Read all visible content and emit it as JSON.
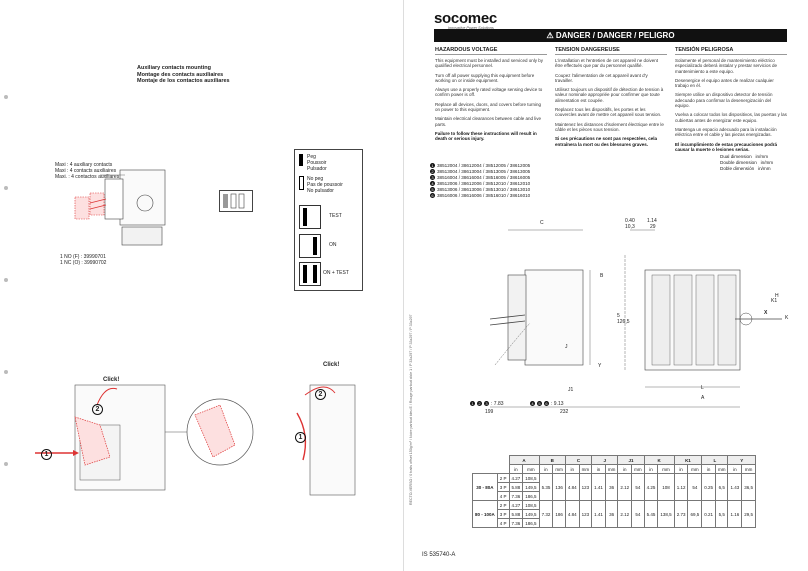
{
  "brand": {
    "name": "socomec",
    "tagline": "Innovative Power Solutions"
  },
  "left": {
    "title_lines": [
      "Auxiliary contacts mounting",
      "Montage des contacts auxiliaires",
      "Montaje de los contactos auxiliares"
    ],
    "maxi_lines": [
      "Maxi : 4 auxiliary contacts",
      "Maxi : 4 contacts auxiliaires",
      "Maxi. : 4 contactos auxiliares"
    ],
    "no_lines": [
      "1 NO (F) : 39990701",
      "1 NC (O) : 39990702"
    ],
    "legend": {
      "peg": [
        "Peg",
        "Poussoir",
        "Pulsador"
      ],
      "nopeg": [
        "No peg",
        "Pas de poussoir",
        "No pulsador"
      ],
      "test": "TEST",
      "on": "ON",
      "on_test": "ON + TEST"
    },
    "click1": "Click!",
    "click2": "Click!",
    "steps": [
      "1",
      "2",
      "1",
      "2"
    ]
  },
  "side_text": "RECTO-VERSO / 0 traits offset 150g/m² / Noire partout bleu E / Rouge partout cible 1 / P 33x297 / P 33x297 / P 33x297",
  "danger": {
    "bar": "DANGER / DANGER / PELIGRO",
    "col1": {
      "head": "HAZARDOUS VOLTAGE",
      "items": [
        "This equipment must be installed and serviced only by qualified electrical personnel.",
        "Turn off all power supplying this equipment before working on or inside equipment.",
        "Always use a properly rated voltage sensing device to confirm power is off.",
        "Replace all devices, doors, and covers before turning on power to this equipment.",
        "Maintain electrical clearances between cable and live parts."
      ],
      "warning": "Failure to follow these instructions will result in death or serious injury."
    },
    "col2": {
      "head": "TENSION DANGEREUSE",
      "items": [
        "L'installation et l'entretien de cet appareil ne doivent être effectués que par du personnel qualifié.",
        "Coupez l'alimentation de cet appareil avant d'y travailler.",
        "Utilisez toujours un dispositif de détection de tension à valeur nominale appropriée pour confirmer que toute alimentation est coupée.",
        "Replacez tous les dispositifs, les portes et les couvercles avant de mettre cet appareil sous tension.",
        "Maintenez les distances d'isolement électrique entre le câble et les pièces sous tension."
      ],
      "warning": "Si ces précautions ne sont pas respectées, cela entraînera la mort ou des blessures graves."
    },
    "col3": {
      "head": "TENSIÓN PELIGROSA",
      "items": [
        "Solamente el personal de mantenimiento eléctrico especializado deberá instalar y prestar servicios de mantenimiento a este equipo.",
        "Desenergice el equipo antes de realizar cualquier trabajo en él.",
        "Siempre utilice un dispositivo detector de tensión adecuado para confirmar la desenergización del equipo.",
        "Vuelva a colocar todos los dispositivos, las puertas y las cubiertas antes de energizar este equipo.",
        "Mantenga un espacio adecuado para la instalación eléctrica entre el cable y las piezas energizadas."
      ],
      "warning": "El incumplimiento de estas precauciones podrá causar la muerte o lesiones serias."
    }
  },
  "refs": [
    {
      "n": "1",
      "codes": "38512004 / 38612004 / 38512005 / 38612005"
    },
    {
      "n": "2",
      "codes": "38513004 / 38613004 / 38513005 / 38613005"
    },
    {
      "n": "3",
      "codes": "38516004 / 38616004 / 38516005 / 38616005"
    },
    {
      "n": "4",
      "codes": "38512006 / 38612006 / 38512010 / 38612010"
    },
    {
      "n": "5",
      "codes": "38513006 / 38613006 / 38513010 / 38613010"
    },
    {
      "n": "6",
      "codes": "38516006 / 38616006 / 38516010 / 38616010"
    }
  ],
  "dim_units": [
    {
      "label": "Dual dimension",
      "unit": "in/mm"
    },
    {
      "label": "Double dimension",
      "unit": "in/mm"
    },
    {
      "label": "Doble dimensión",
      "unit": "in/mm"
    }
  ],
  "drawing": {
    "C": "C",
    "J": "J",
    "J1": "J1",
    "B": "B",
    "H": "H",
    "Y": "Y",
    "A": "A",
    "K": "K",
    "K1": "K1",
    "X": "X",
    "L": "L",
    "d040": "0.40",
    "d103": "10,3",
    "d114": "1.14",
    "d29": "29",
    "d5": "5",
    "d1265": "126,5",
    "d783": "7.83",
    "d199": "199",
    "d913": "9.13",
    "d232": "232"
  },
  "table": {
    "headers": [
      "A",
      "B",
      "C",
      "J",
      "J1",
      "K",
      "K1",
      "L",
      "Y"
    ],
    "units": [
      "in",
      "mm",
      "in",
      "mm",
      "in",
      "mm",
      "in",
      "mm",
      "in",
      "mm",
      "in",
      "mm",
      "in",
      "mm",
      "in",
      "mm",
      "in",
      "mm"
    ],
    "groups": [
      {
        "label": "30 - 80A",
        "rows": [
          {
            "p": "2 P",
            "a_in": "4.27",
            "a_mm": "108,5"
          },
          {
            "p": "3 P",
            "a_in": "5.88",
            "a_mm": "149,5"
          },
          {
            "p": "4 P",
            "a_in": "7.36",
            "a_mm": "186,5"
          }
        ],
        "vals": [
          "5.35",
          "136",
          "4.84",
          "123",
          "1.41",
          "36",
          "2.12",
          "54",
          "4.25",
          "108",
          "1.12",
          "54",
          "0.25",
          "6,5",
          "1.43",
          "36,5"
        ]
      },
      {
        "label": "80 - 100A",
        "rows": [
          {
            "p": "2 P",
            "a_in": "4.27",
            "a_mm": "108,5"
          },
          {
            "p": "3 P",
            "a_in": "5.88",
            "a_mm": "149,5"
          },
          {
            "p": "4 P",
            "a_in": "7.36",
            "a_mm": "186,5"
          }
        ],
        "vals": [
          "7.32",
          "186",
          "4.84",
          "123",
          "1.41",
          "36",
          "2.12",
          "54",
          "5.45",
          "138,5",
          "2.73",
          "69,5",
          "0.21",
          "5,5",
          "1.16",
          "29,5"
        ]
      }
    ]
  },
  "doc_code": "IS 535740-A"
}
